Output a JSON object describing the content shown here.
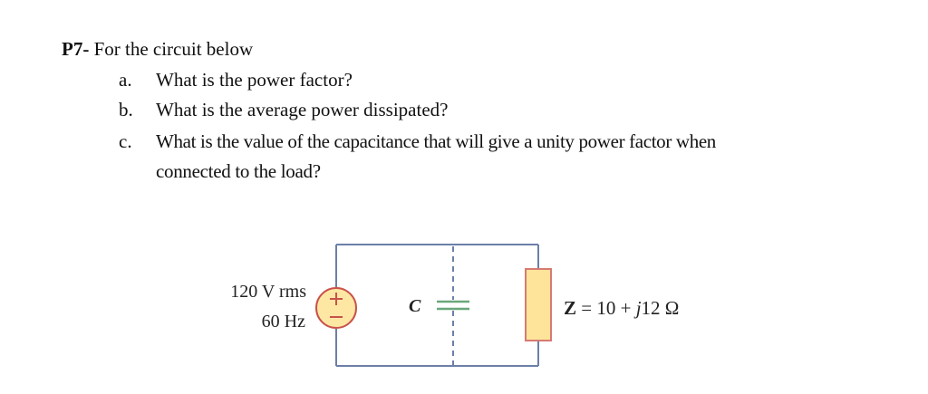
{
  "problem": {
    "number": "P7-",
    "intro": "For the circuit below",
    "questions": [
      {
        "marker": "a.",
        "text": "What is the power factor?"
      },
      {
        "marker": "b.",
        "text": "What is the average power dissipated?"
      },
      {
        "marker": "c.",
        "text": "What is the value of the capacitance that will give a unity power factor when",
        "continuation": "connected to the load?"
      }
    ]
  },
  "circuit": {
    "source": {
      "voltage_label": "120 V rms",
      "frequency_label": "60 Hz",
      "plus_symbol": "+",
      "minus_symbol": "−"
    },
    "capacitor": {
      "label": "C"
    },
    "load": {
      "label": "Z = 10 + j12 Ω"
    },
    "colors": {
      "wire": "#6b7fa8",
      "source_fill": "#fde7a3",
      "source_stroke": "#c9524b",
      "capacitor_plate": "#6aa77b",
      "load_fill": "#fde49a",
      "load_stroke": "#d77a72"
    }
  }
}
